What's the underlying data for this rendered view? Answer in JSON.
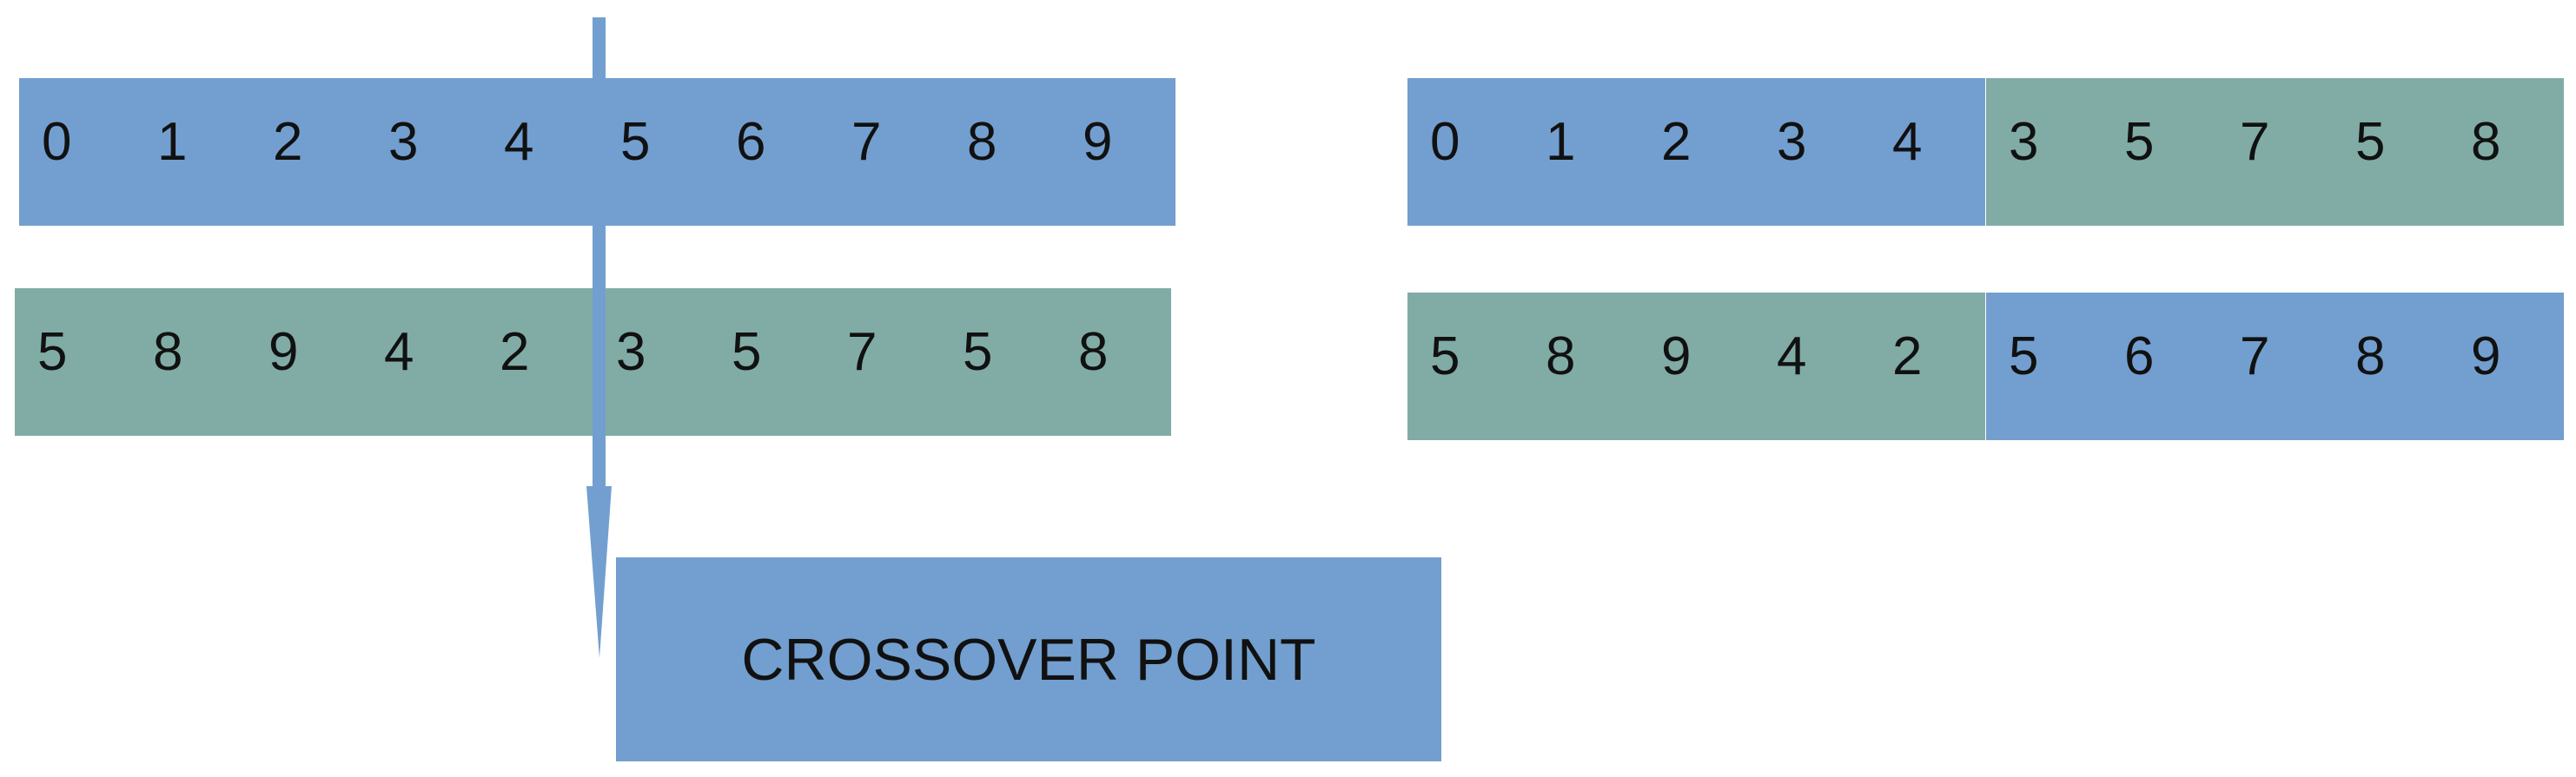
{
  "colors": {
    "parent_a": "#729fcf",
    "parent_b": "#81aca6",
    "arrow": "#729fcf"
  },
  "left": {
    "parent_a": [
      "0",
      "1",
      "2",
      "3",
      "4",
      "5",
      "6",
      "7",
      "8",
      "9"
    ],
    "parent_b": [
      "5",
      "8",
      "9",
      "4",
      "2",
      "3",
      "5",
      "7",
      "5",
      "8"
    ]
  },
  "right": {
    "child_a": [
      "0",
      "1",
      "2",
      "3",
      "4",
      "3",
      "5",
      "7",
      "5",
      "8"
    ],
    "child_b": [
      "5",
      "8",
      "9",
      "4",
      "2",
      "5",
      "6",
      "7",
      "8",
      "9"
    ]
  },
  "crossover_label": "CROSSOVER POINT",
  "crossover_index": 5
}
